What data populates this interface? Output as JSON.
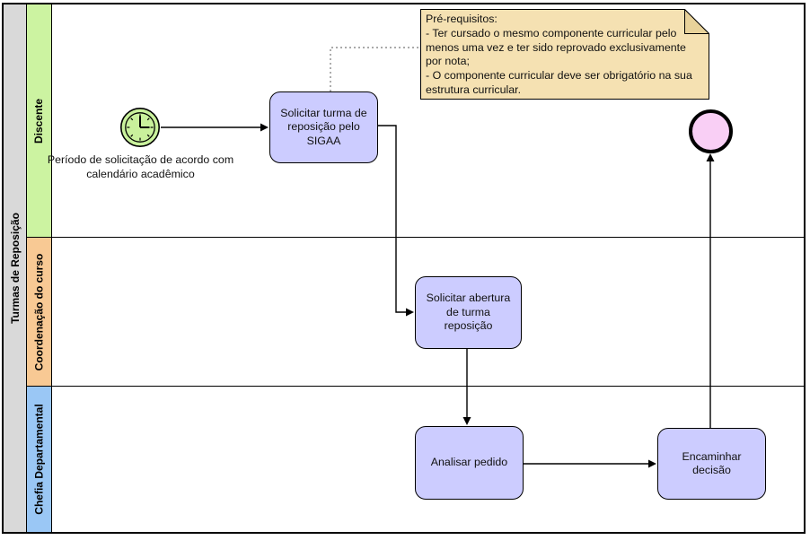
{
  "pool": {
    "title": "Turmas de Reposição"
  },
  "lanes": [
    {
      "label": "Discente",
      "color": "#ccf3a1"
    },
    {
      "label": "Coordenação do curso",
      "color": "#f8c994"
    },
    {
      "label": "Chefia Departamental",
      "color": "#9ac7f5"
    }
  ],
  "start_event": {
    "type": "timer-start",
    "label": "Período de solicitação de acordo com calendário acadêmico",
    "color": "#c9f19c"
  },
  "end_event": {
    "type": "end",
    "color": "#f9cff5"
  },
  "tasks": [
    {
      "lane": "Discente",
      "label": "Solicitar turma de reposição pelo SIGAA"
    },
    {
      "lane": "Coordenação do curso",
      "label": "Solicitar abertura de turma reposição"
    },
    {
      "lane": "Chefia Departamental",
      "label": "Analisar pedido"
    },
    {
      "lane": "Chefia Departamental",
      "label": "Encaminhar decisão"
    }
  ],
  "annotation": {
    "title": "Pré-requisitos:",
    "items": [
      "-  Ter cursado o mesmo componente curricular pelo menos uma vez e ter sido reprovado exclusivamente por nota;",
      "- O componente curricular deve ser obrigatório na sua estrutura curricular."
    ],
    "color": "#f5e1b2",
    "fold_color": "#e8d29a"
  },
  "flows": [
    {
      "from": "timer-start-event",
      "to": "Solicitar turma de reposição pelo SIGAA"
    },
    {
      "from": "Solicitar turma de reposição pelo SIGAA",
      "to": "Solicitar abertura de turma reposição"
    },
    {
      "from": "Solicitar abertura de turma reposição",
      "to": "Analisar pedido"
    },
    {
      "from": "Analisar pedido",
      "to": "Encaminhar decisão"
    },
    {
      "from": "Encaminhar decisão",
      "to": "end-event"
    },
    {
      "from": "Solicitar turma de reposição pelo SIGAA",
      "to": "annotation",
      "style": "dotted-association"
    }
  ],
  "colors": {
    "task_fill": "#ccccff",
    "pool_bar": "#d9d9d9",
    "connector": "#000000"
  }
}
